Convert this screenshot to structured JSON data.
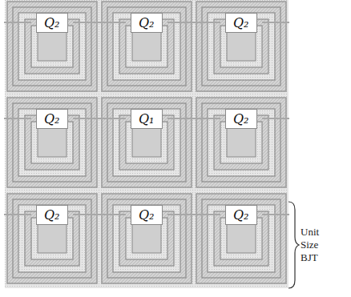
{
  "diagram": {
    "nodes": [
      {
        "text": [
          "Q₂"
        ]
      },
      {
        "text": [
          "Q₂"
        ]
      },
      {
        "text": [
          "Q₂"
        ]
      },
      {
        "text": [
          "Q₂"
        ]
      },
      {
        "text": [
          "Q₁"
        ]
      },
      {
        "text": [
          "Q₂"
        ]
      },
      {
        "text": [
          "Q₂"
        ]
      },
      {
        "text": [
          "Q₂"
        ]
      },
      {
        "text": [
          "Q₂"
        ]
      }
    ],
    "labels": [
      "Unit Size BJT"
    ]
  }
}
